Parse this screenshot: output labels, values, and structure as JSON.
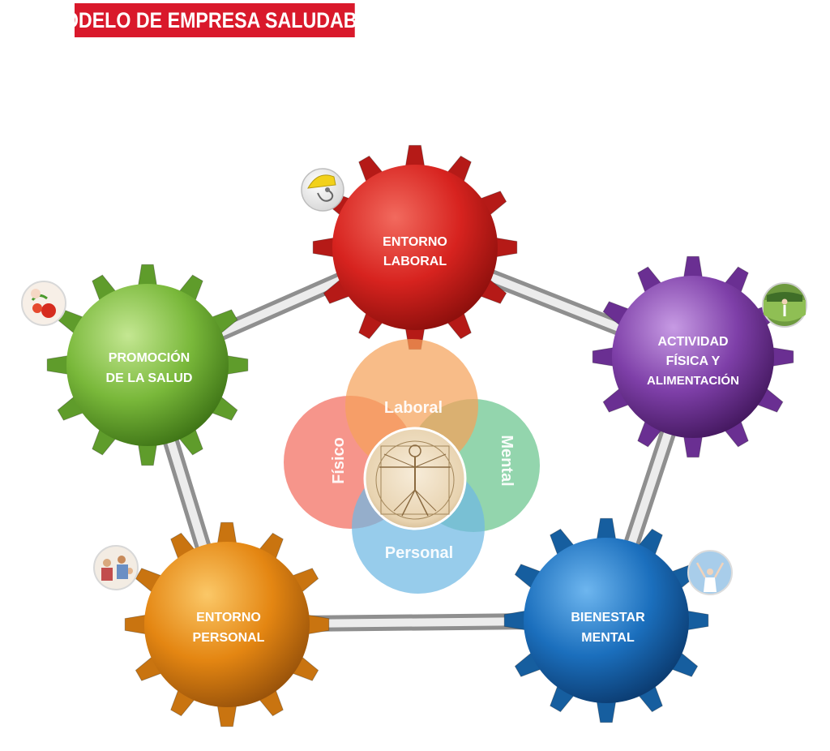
{
  "title": "MODELO DE EMPRESA SALUDABLE",
  "colors": {
    "banner": "#d9192b",
    "red": "#d7231f",
    "green": "#79b83a",
    "purple": "#7e3fa8",
    "orange": "#e48612",
    "blue": "#1b6fbd"
  },
  "gears": {
    "laboral": {
      "line1": "ENTORNO",
      "line2": "LABORAL",
      "icon": "helmet-stethoscope-icon"
    },
    "actividad": {
      "line1": "ACTIVIDAD",
      "line2": "FÍSICA Y",
      "line3": "ALIMENTACIÓN",
      "icon": "person-field-photo-icon"
    },
    "bienestar": {
      "line1": "BIENESTAR",
      "line2": "MENTAL",
      "icon": "person-arms-raised-photo-icon"
    },
    "personal": {
      "line1": "ENTORNO",
      "line2": "PERSONAL",
      "icon": "family-photo-icon"
    },
    "promocion": {
      "line1": "PROMOCIÓN",
      "line2": "DE LA SALUD",
      "icon": "vegetables-photo-icon"
    }
  },
  "center": {
    "laboral": "Laboral",
    "fisico": "Físico",
    "mental": "Mental",
    "personal": "Personal",
    "center_icon": "vitruvian-man-icon"
  }
}
